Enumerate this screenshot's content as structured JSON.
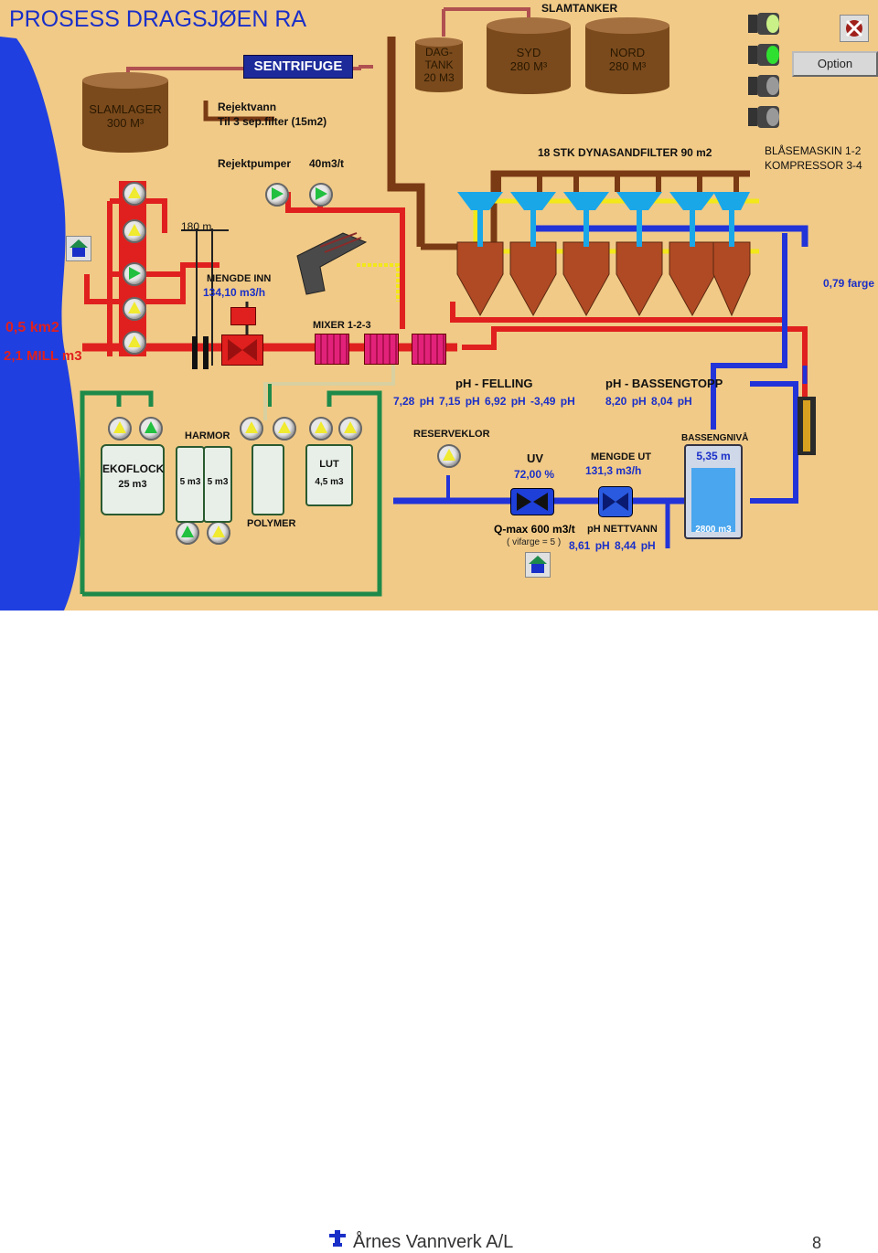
{
  "title": "PROSESS  DRAGSJØEN RA",
  "tanks": {
    "slamlager_line1": "SLAMLAGER",
    "slamlager_line2": "300 M³",
    "dagtank_line1": "DAG-",
    "dagtank_line2": "TANK",
    "dagtank_line3": "20 M3",
    "syd_line1": "SYD",
    "syd_line2": "280 M³",
    "nord_line1": "NORD",
    "nord_line2": "280 M³"
  },
  "labels": {
    "slamtanker": "SLAMTANKER",
    "sentrifuge": "SENTRIFUGE",
    "option": "Option",
    "rejektvann_line1": "Rejektvann",
    "rejektvann_line2": "Til 3 sep.filter (15m2)",
    "rejektpumper": "Rejektpumper",
    "rejekt_flow": "40m3/t",
    "sandfilter": "18 STK DYNASANDFILTER 90 m2",
    "blasemaskin_line1": "BLÅSEMASKIN 1-2",
    "blasemaskin_line2": "KOMPRESSOR 3-4",
    "distance": "180 m",
    "mengde_inn_label": "MENGDE INN",
    "mengde_inn_value": "134,10 m3/h",
    "lake_area": "0,5 km2",
    "lake_volume": "2,1 MILL m3",
    "mixer": "MIXER 1-2-3",
    "farge": "0,79 farge",
    "ph_felling": "pH - FELLING",
    "ph_felling_values": "7,28 pH   7,15 pH   6,92 pH  -3,49 pH",
    "ph_bassengtopp": "pH - BASSENGTOPP",
    "ph_bassengtopp_values": "8,20 pH   8,04 pH",
    "reserveklor": "RESERVEKLOR",
    "uv": "UV",
    "uv_value": "72,00 %",
    "mengde_ut_label": "MENGDE UT",
    "mengde_ut_value": "131,3 m3/h",
    "bassengniva": "BASSENGNIVÅ",
    "bassengniva_value": "5,35 m",
    "bassengniva_volume": "2800 m3",
    "harmor": "HARMOR",
    "ekoflock_line1": "EKOFLOCK",
    "ekoflock_line2": "25 m3",
    "harmor_tank1": "5 m3",
    "harmor_tank2": "5 m3",
    "lut_line1": "LUT",
    "lut_line2": "4,5 m3",
    "polymer": "POLYMER",
    "qmax": "Q-max 600 m3/t",
    "vifarge": "( vifarge = 5 )",
    "ph_nettvann": "pH NETTVANN",
    "ph_nettvann_values": "8,61 pH   8,44 pH"
  },
  "footer": {
    "company": "Årnes Vannverk A/L",
    "page": "8"
  },
  "colors": {
    "background": "#f1ca87",
    "lake": "#1f3fe0",
    "red_pipe": "#e0201e",
    "brown_pipe": "#7a3a14",
    "yellow_pipe": "#f2e81a",
    "blue_pipe": "#2233d8",
    "green_pipe": "#1e8a4a",
    "pump_active": "#22c040",
    "pump_idle": "#f0ea30"
  }
}
